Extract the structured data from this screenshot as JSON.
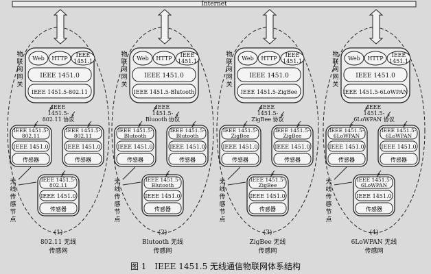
{
  "internet_label": "Internet",
  "gateway_side_label": "物联网网关",
  "gateway_top": [
    "Web",
    "HTTP",
    "IEEE 1451.1"
  ],
  "gateway_mid": "IEEE 1451.0",
  "node_side_label": "无线传感节点",
  "node_mid": "IEEE 1451.0",
  "sensor_label": "传感器",
  "networks": [
    {
      "index": "(1)",
      "gateway_bottom": "IEEE 1451.5-802.11",
      "protocol": [
        "IEEE",
        "1451.5-",
        "802.11 协议"
      ],
      "node_top": [
        "IEEE 1451.5-",
        "802.11"
      ],
      "caption": [
        "802.11 无线",
        "传感网"
      ]
    },
    {
      "index": "(2)",
      "gateway_bottom": "IEEE 1451.5-Blutooth",
      "protocol": [
        "IEEE",
        "1451.5-",
        "Bluooth 协议"
      ],
      "node_top": [
        "IEEE 1451.5-",
        "Blutooth"
      ],
      "caption": [
        "Blutooth 无线",
        "传感网"
      ]
    },
    {
      "index": "(3)",
      "gateway_bottom": "IEEE 1451.5-ZigBee",
      "protocol": [
        "IEEE",
        "1451.5-",
        "ZigBee 协议"
      ],
      "node_top": [
        "IEEE 1451.5-",
        "ZigBee"
      ],
      "caption": [
        "ZigBee 无线",
        "传感网"
      ]
    },
    {
      "index": "(4)",
      "gateway_bottom": "IEEE 1451.5-6LoWPAN",
      "protocol": [
        "IEEE",
        "1451.5-",
        "6LoWPAN 协议"
      ],
      "node_top": [
        "IEEE 1451.5-",
        "6LoWPAN"
      ],
      "caption": [
        "6LoWPAN 无线",
        "传感网"
      ]
    }
  ],
  "figure_caption": "图 1　IEEE 1451.5 无线通信物联网体系结构"
}
